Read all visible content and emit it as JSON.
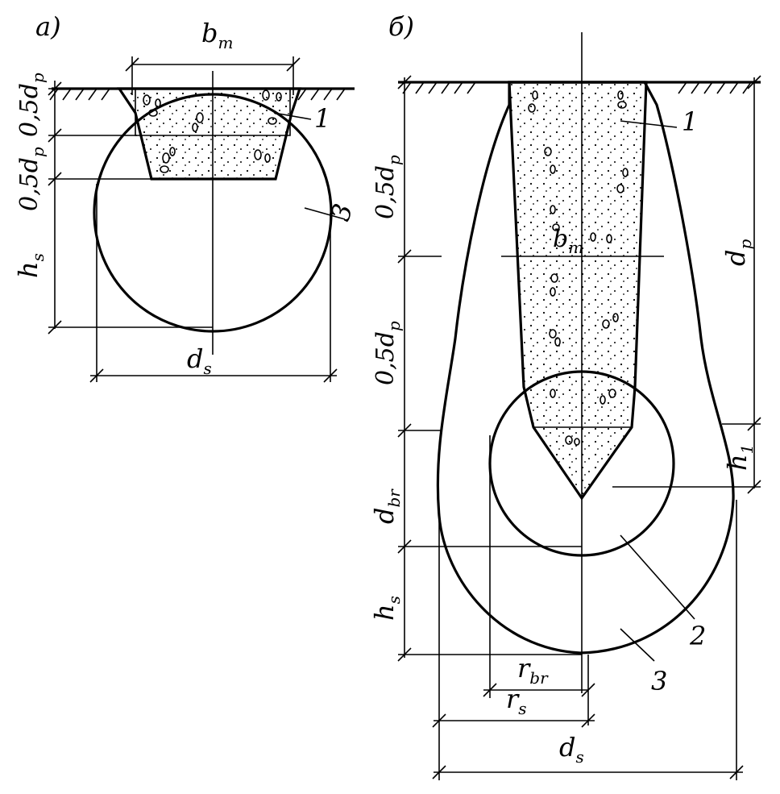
{
  "panel_a": {
    "panel_label": "a)",
    "b_m": {
      "main": "b",
      "sub": "m"
    },
    "half_dp_top": {
      "main": "0,5d",
      "sub": "p"
    },
    "half_dp_mid": {
      "main": "0,5d",
      "sub": "p"
    },
    "h_s": {
      "main": "h",
      "sub": "s"
    },
    "d_s": {
      "main": "d",
      "sub": "s"
    },
    "callout_1": "1",
    "callout_3": "3"
  },
  "panel_b": {
    "panel_label": "б)",
    "callout_1": "1",
    "callout_2": "2",
    "callout_3": "3",
    "b_m": {
      "main": "b",
      "sub": "m"
    },
    "half_dp_upper": {
      "main": "0,5d",
      "sub": "p"
    },
    "half_dp_lower": {
      "main": "0,5d",
      "sub": "p"
    },
    "d_p": {
      "main": "d",
      "sub": "p"
    },
    "h_1": {
      "main": "h",
      "sub": "1"
    },
    "d_br": {
      "main": "d",
      "sub": "br"
    },
    "h_s": {
      "main": "h",
      "sub": "s"
    },
    "r_br": {
      "main": "r",
      "sub": "br"
    },
    "r_s": {
      "main": "r",
      "sub": "s"
    },
    "d_s": {
      "main": "d",
      "sub": "s"
    }
  }
}
